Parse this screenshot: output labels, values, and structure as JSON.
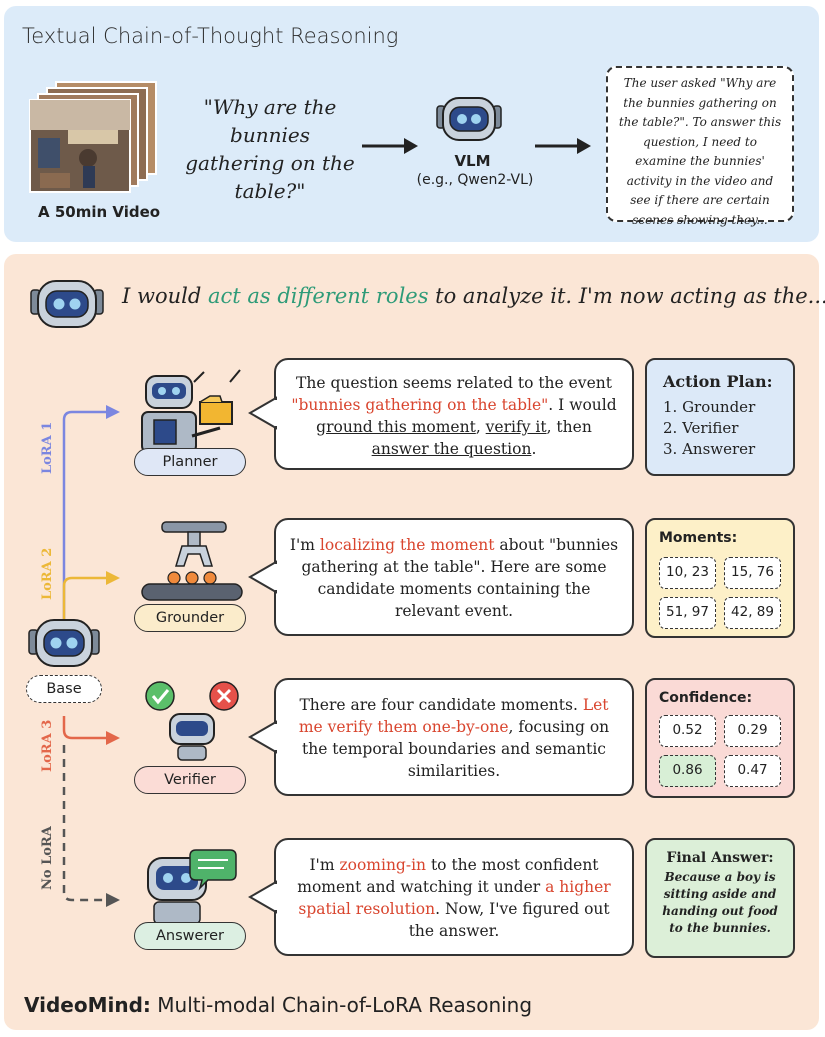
{
  "top": {
    "title": "Textual Chain-of-Thought Reasoning",
    "video_caption": "A 50min Video",
    "question": "\"Why are the bunnies gathering on the table?\"",
    "vlm_name": "VLM",
    "vlm_example": "(e.g., Qwen2-VL)",
    "thought": "The user asked \"Why are the bunnies gathering on the table?\". To answer this question, I need to examine the bunnies' activity in the video and see if there are certain scenes showing they..."
  },
  "intro": {
    "before": "I would ",
    "highlight": "act as different roles",
    "after": " to analyze it. I'm now acting as the..."
  },
  "base_label": "Base",
  "lora_labels": [
    "LoRA 1",
    "LoRA 2",
    "LoRA 3",
    "No LoRA"
  ],
  "roles": {
    "planner": {
      "name": "Planner",
      "t1": "The question seems related to the event ",
      "t2": "\"bunnies gathering on the table\"",
      "t3": ". I would ",
      "u1": "ground this moment",
      "t4": ", ",
      "u2": "verify it",
      "t5": ", then ",
      "u3": "answer the question",
      "t6": "."
    },
    "grounder": {
      "name": "Grounder",
      "t1": "I'm ",
      "t2": "localizing the moment",
      "t3": " about \"bunnies gathering at the table\". Here are some candidate moments containing the relevant event."
    },
    "verifier": {
      "name": "Verifier",
      "t1": "There are four candidate moments. ",
      "t2": "Let me verify them one-by-one",
      "t3": ", focusing on the temporal boundaries and semantic similarities."
    },
    "answerer": {
      "name": "Answerer",
      "t1": "I'm ",
      "t2": "zooming-in",
      "t3": " to the most confident moment and watching it under ",
      "t4": "a higher spatial resolution",
      "t5": ". Now, I've figured out the answer."
    }
  },
  "action_plan": {
    "title": "Action Plan:",
    "items": [
      "1. Grounder",
      "2. Verifier",
      "3. Answerer"
    ]
  },
  "moments": {
    "title": "Moments:",
    "items": [
      "10, 23",
      "15, 76",
      "51, 97",
      "42, 89"
    ]
  },
  "confidence": {
    "title": "Confidence:",
    "items": [
      "0.52",
      "0.29",
      "0.86",
      "0.47"
    ]
  },
  "final_answer": {
    "title": "Final Answer:",
    "text": "Because a boy is sitting aside and handing out food to the bunnies."
  },
  "footer": {
    "bold": "VideoMind:",
    "rest": " Multi-modal Chain-of-LoRA Reasoning"
  },
  "colors": {
    "lora1": "#7b86e0",
    "lora2": "#ecb838",
    "lora3": "#e3674a",
    "nolora": "#555555",
    "highlight_green": "#2e9b78",
    "highlight_red": "#d9452e",
    "top_panel": "#dcebf9",
    "bottom_panel": "#fbe6d6"
  },
  "icons": [
    "robot-icon",
    "folder-icon",
    "claw-icon",
    "check-icon",
    "cross-icon",
    "chat-icon",
    "arrow-right-icon",
    "video-thumbnail"
  ]
}
